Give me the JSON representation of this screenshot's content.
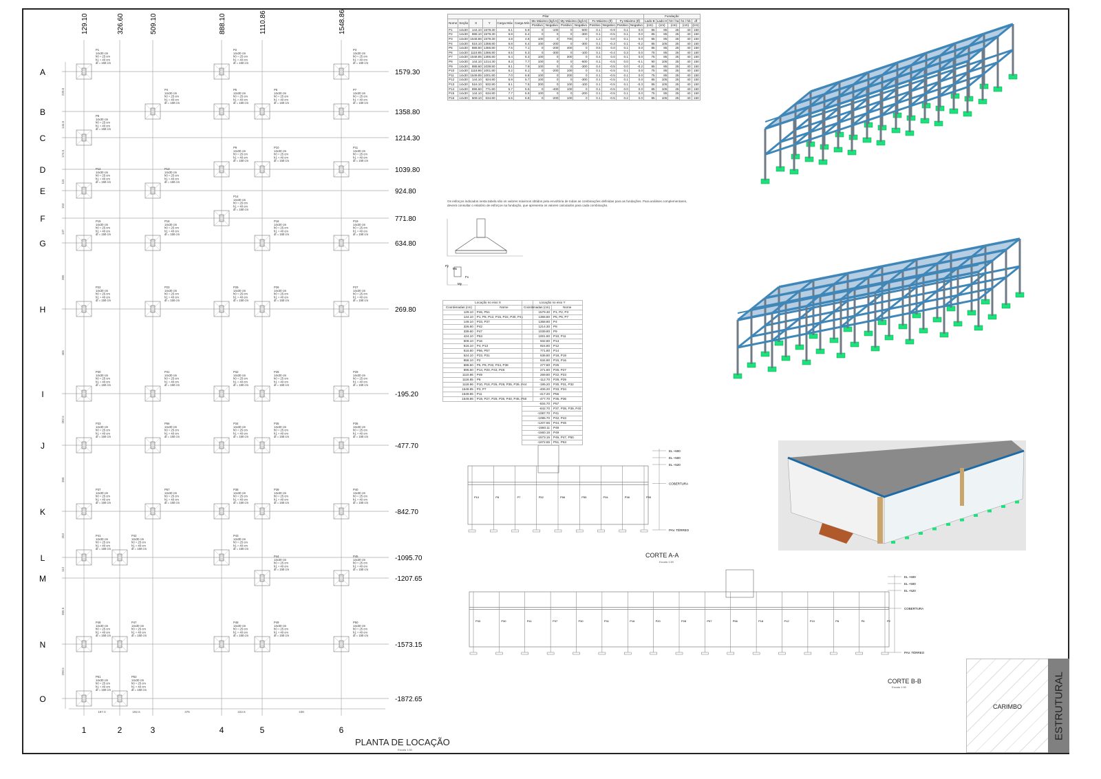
{
  "plan": {
    "title": "PLANTA DE LOCAÇÃO",
    "scale": "Escala 1:50",
    "columns": [
      {
        "num": "1",
        "coord": "129.10"
      },
      {
        "num": "2",
        "coord": "326.60"
      },
      {
        "num": "3",
        "coord": "509.10"
      },
      {
        "num": "4",
        "coord": "888.10"
      },
      {
        "num": "5",
        "coord": "1110.86"
      },
      {
        "num": "6",
        "coord": "1548.86"
      }
    ],
    "rows": [
      {
        "letter": "A",
        "coord": "1579.30"
      },
      {
        "letter": "B",
        "coord": "1358.80"
      },
      {
        "letter": "C",
        "coord": "1214.30"
      },
      {
        "letter": "D",
        "coord": "1039.80"
      },
      {
        "letter": "E",
        "coord": "924.80"
      },
      {
        "letter": "F",
        "coord": "771.80"
      },
      {
        "letter": "G",
        "coord": "634.80"
      },
      {
        "letter": "H",
        "coord": "269.80"
      },
      {
        "letter": "I",
        "coord": "-195.20"
      },
      {
        "letter": "J",
        "coord": "-477.70"
      },
      {
        "letter": "K",
        "coord": "-842.70"
      },
      {
        "letter": "L",
        "coord": "-1095.70"
      },
      {
        "letter": "M",
        "coord": "-1207.65"
      },
      {
        "letter": "N",
        "coord": "-1573.15"
      },
      {
        "letter": "O",
        "coord": "-1872.65"
      }
    ],
    "bottom_dims": [
      "187.0",
      "182.5",
      "376",
      "222.6",
      "438"
    ],
    "left_dims": [
      "220.5",
      "144.5",
      "174.5",
      "115",
      "153",
      "137",
      "365",
      "465",
      "282.5",
      "365",
      "253",
      "112",
      "365.5",
      "299.5"
    ],
    "pillar_spec": [
      "14x30 cm",
      "h0 = 25 cm",
      "h1 = 40 cm",
      "df = 150 cm"
    ],
    "pillars": [
      {
        "name": "P1",
        "row": 0,
        "col": 0
      },
      {
        "name": "P2",
        "row": 0,
        "col": 3
      },
      {
        "name": "P3",
        "row": 0,
        "col": 5
      },
      {
        "name": "P4",
        "row": 1,
        "col": 2
      },
      {
        "name": "P5",
        "row": 1,
        "col": 3
      },
      {
        "name": "P6",
        "row": 1,
        "col": 4
      },
      {
        "name": "P7",
        "row": 1,
        "col": 5
      },
      {
        "name": "P8",
        "row": 2,
        "col": 0
      },
      {
        "name": "P9",
        "row": 3,
        "col": 3
      },
      {
        "name": "P10",
        "row": 3,
        "col": 4
      },
      {
        "name": "P11",
        "row": 3,
        "col": 5
      },
      {
        "name": "P12",
        "row": 4,
        "col": 0
      },
      {
        "name": "P13",
        "row": 4,
        "col": 2
      },
      {
        "name": "P14",
        "row": 5,
        "col": 3
      },
      {
        "name": "P15",
        "row": 6,
        "col": 0
      },
      {
        "name": "P16",
        "row": 6,
        "col": 2
      },
      {
        "name": "P18",
        "row": 6,
        "col": 4
      },
      {
        "name": "P19",
        "row": 6,
        "col": 5
      },
      {
        "name": "P22",
        "row": 7,
        "col": 0
      },
      {
        "name": "P23",
        "row": 7,
        "col": 2
      },
      {
        "name": "P25",
        "row": 7,
        "col": 3
      },
      {
        "name": "P26",
        "row": 7,
        "col": 4
      },
      {
        "name": "P27",
        "row": 7,
        "col": 5
      },
      {
        "name": "P30",
        "row": 8,
        "col": 0
      },
      {
        "name": "P31",
        "row": 8,
        "col": 2
      },
      {
        "name": "P32",
        "row": 8,
        "col": 3
      },
      {
        "name": "P28",
        "row": 8,
        "col": 4
      },
      {
        "name": "P29",
        "row": 8,
        "col": 5
      },
      {
        "name": "P33",
        "row": 9,
        "col": 0
      },
      {
        "name": "P56",
        "row": 9,
        "col": 2
      },
      {
        "name": "P34",
        "row": 9,
        "col": 3
      },
      {
        "name": "P35",
        "row": 9,
        "col": 4
      },
      {
        "name": "P36",
        "row": 9,
        "col": 5
      },
      {
        "name": "P37",
        "row": 10,
        "col": 0
      },
      {
        "name": "P57",
        "row": 10,
        "col": 2
      },
      {
        "name": "P38",
        "row": 10,
        "col": 3
      },
      {
        "name": "P39",
        "row": 10,
        "col": 4
      },
      {
        "name": "P40",
        "row": 10,
        "col": 5
      },
      {
        "name": "P41",
        "row": 11,
        "col": 0
      },
      {
        "name": "P42",
        "row": 11,
        "col": 1
      },
      {
        "name": "P43",
        "row": 11,
        "col": 3
      },
      {
        "name": "P44",
        "row": 12,
        "col": 4
      },
      {
        "name": "P45",
        "row": 12,
        "col": 5
      },
      {
        "name": "P46",
        "row": 13,
        "col": 0
      },
      {
        "name": "P47",
        "row": 13,
        "col": 1
      },
      {
        "name": "P48",
        "row": 13,
        "col": 3
      },
      {
        "name": "P49",
        "row": 13,
        "col": 4
      },
      {
        "name": "P50",
        "row": 13,
        "col": 5
      },
      {
        "name": "P51",
        "row": 14,
        "col": 0
      },
      {
        "name": "P53",
        "row": 14,
        "col": 1
      }
    ]
  },
  "pillar_table": {
    "group_pilar": "Pilar",
    "group_fundacao": "Fundação",
    "headers": [
      "Nome",
      "Seção",
      "X",
      "Y",
      "Carga Máx",
      "Carga Mín",
      "Positivo",
      "Negativo",
      "Positivo",
      "Negativo",
      "Positivo",
      "Negativo",
      "Positivo",
      "Negativo",
      "Lado B",
      "Lado H",
      "h0 / ha",
      "h1 / hb",
      "df"
    ],
    "units": [
      "",
      "(cm)",
      "(cm)",
      "(cm)",
      "(tf)",
      "(tf)",
      "",
      "",
      "",
      "",
      "",
      "",
      "",
      "",
      "(cm)",
      "(cm)",
      "(cm)",
      "(cm)",
      "(cm)"
    ],
    "subgroups": [
      "Mx Máximo (kgf.m)",
      "My Máximo (kgf.m)",
      "Fx Máximo (tf)",
      "Fy Máximo (tf)"
    ],
    "rows": [
      [
        "P1",
        "14x30",
        "144.10",
        "1579.30",
        "6.1",
        "5.9",
        "0",
        "-100",
        "0",
        "-500",
        "0.1",
        "-0.9",
        "0.1",
        "0.0",
        "85",
        "85",
        "25",
        "40",
        "150"
      ],
      [
        "P2",
        "14x30",
        "888.10",
        "1579.30",
        "6.8",
        "6.4",
        "0",
        "0",
        "0",
        "-300",
        "0.1",
        "-0.5",
        "0.1",
        "0.0",
        "85",
        "85",
        "25",
        "40",
        "150"
      ],
      [
        "P3",
        "14x30",
        "1548.86",
        "1579.30",
        "4.8",
        "4.8",
        "100",
        "0",
        "700",
        "0",
        "1.2",
        "0.0",
        "0.1",
        "0.0",
        "85",
        "85",
        "25",
        "40",
        "150"
      ],
      [
        "P4",
        "14x30",
        "516.10",
        "1358.80",
        "6.8",
        "6.4",
        "100",
        "-200",
        "0",
        "-300",
        "0.1",
        "-0.3",
        "0.1",
        "-0.2",
        "85",
        "105",
        "25",
        "40",
        "150"
      ],
      [
        "P5",
        "14x30",
        "888.60",
        "1366.80",
        "7.5",
        "7.1",
        "0",
        "-200",
        "400",
        "0",
        "0.5",
        "0.0",
        "0.1",
        "0.0",
        "85",
        "85",
        "25",
        "40",
        "150"
      ],
      [
        "P6",
        "14x30",
        "1118.85",
        "1366.80",
        "6.5",
        "6.3",
        "0",
        "-300",
        "0",
        "-100",
        "0.1",
        "-0.4",
        "0.3",
        "0.0",
        "75",
        "85",
        "25",
        "40",
        "150"
      ],
      [
        "P7",
        "14x30",
        "1548.85",
        "1366.80",
        "6.4",
        "6.3",
        "100",
        "0",
        "300",
        "0",
        "0.4",
        "0.0",
        "0.1",
        "0.0",
        "75",
        "85",
        "25",
        "40",
        "150"
      ],
      [
        "P8",
        "14x30",
        "144.10",
        "1214.30",
        "8.3",
        "7.7",
        "100",
        "0",
        "0",
        "-500",
        "0.1",
        "-0.5",
        "0.0",
        "-0.1",
        "90",
        "105",
        "25",
        "40",
        "150"
      ],
      [
        "P9",
        "14x30",
        "888.60",
        "1039.80",
        "8.1",
        "7.9",
        "100",
        "0",
        "0",
        "-300",
        "0.4",
        "-0.5",
        "0.0",
        "-0.2",
        "85",
        "85",
        "25",
        "40",
        "150"
      ],
      [
        "P10",
        "14x30",
        "1118.86",
        "1001.80",
        "6.2",
        "6.1",
        "0",
        "-200",
        "100",
        "0",
        "0.1",
        "-0.5",
        "0.1",
        "0.0",
        "75",
        "85",
        "25",
        "40",
        "150"
      ],
      [
        "P11",
        "14x30",
        "1549.85",
        "1001.80",
        "7.0",
        "6.8",
        "100",
        "0",
        "200",
        "0",
        "0.1",
        "-0.5",
        "0.1",
        "0.0",
        "75",
        "85",
        "25",
        "40",
        "150"
      ],
      [
        "P12",
        "14x30",
        "144.10",
        "924.80",
        "5.9",
        "5.7",
        "100",
        "0",
        "0",
        "-300",
        "0.1",
        "-0.5",
        "0.1",
        "0.0",
        "85",
        "105",
        "25",
        "40",
        "150"
      ],
      [
        "P13",
        "14x30",
        "516.10",
        "932.80",
        "8.1",
        "7.5",
        "200",
        "0",
        "100",
        "-100",
        "0.1",
        "-0.5",
        "0.1",
        "-0.3",
        "85",
        "105",
        "25",
        "40",
        "150"
      ],
      [
        "P14",
        "14x30",
        "896.60",
        "771.80",
        "5.7",
        "5.5",
        "0",
        "-400",
        "100",
        "0",
        "0.1",
        "-0.5",
        "0.0",
        "0.0",
        "85",
        "105",
        "25",
        "40",
        "150"
      ],
      [
        "P15",
        "14x30",
        "144.10",
        "634.80",
        "7.7",
        "6.9",
        "100",
        "0",
        "0",
        "-200",
        "0.1",
        "-0.5",
        "0.1",
        "0.0",
        "75",
        "85",
        "25",
        "40",
        "150"
      ],
      [
        "P16",
        "14x30",
        "509.10",
        "634.80",
        "6.5",
        "6.8",
        "0",
        "-200",
        "100",
        "0",
        "0.1",
        "-0.5",
        "0.2",
        "0.0",
        "85",
        "105",
        "25",
        "40",
        "150"
      ]
    ],
    "note": "Os esforços indicados nesta tabela são os valores máximos obtidos pela envoltória de todas as combinações definidas para as fundações. Para análises complementares, deverá consultar o relatório de esforços na fundação, que apresenta os valores calculados para cada combinação."
  },
  "loc_x": {
    "title": "Locação no eixo X",
    "col1": "Coordenadas (cm)",
    "col2": "Nome",
    "rows": [
      [
        "129.10",
        "P46, P51"
      ],
      [
        "144.10",
        "P1, P8, P12, P15, P22, P30, P41"
      ],
      [
        "149.10",
        "P33, P37"
      ],
      [
        "326.60",
        "P42"
      ],
      [
        "339.60",
        "P47"
      ],
      [
        "424.10",
        "P53"
      ],
      [
        "509.10",
        "P16"
      ],
      [
        "516.10",
        "P4, P13"
      ],
      [
        "516.60",
        "P56, P57"
      ],
      [
        "524.10",
        "P23, P31"
      ],
      [
        "858.10",
        "P2"
      ],
      [
        "888.60",
        "P5, P9, P32, P34, P38"
      ],
      [
        "896.60",
        "P14, P20, P43, P48"
      ],
      [
        "1110.86",
        "P49"
      ],
      [
        "1118.85",
        "P6"
      ],
      [
        "1118.86",
        "P10, P18, P26, P28, P35, P39, P44"
      ],
      [
        "1548.85",
        "P3, P7"
      ],
      [
        "1549.85",
        "P11"
      ],
      [
        "1549.86",
        "P19, P27, P29, P36, P40, P45, P50"
      ]
    ]
  },
  "loc_y": {
    "title": "Locação no eixo Y",
    "col1": "Coordenadas (cm)",
    "col2": "Nome",
    "rows": [
      [
        "1579.30",
        "P1, P2, P3"
      ],
      [
        "1366.80",
        "P5, P6, P7"
      ],
      [
        "1358.80",
        "P4"
      ],
      [
        "1214.30",
        "P8"
      ],
      [
        "1039.80",
        "P9"
      ],
      [
        "1001.80",
        "P10, P11"
      ],
      [
        "932.80",
        "P13"
      ],
      [
        "924.80",
        "P12"
      ],
      [
        "771.80",
        "P14"
      ],
      [
        "636.80",
        "P18, P19"
      ],
      [
        "634.80",
        "P15, P16"
      ],
      [
        "277.80",
        "P25"
      ],
      [
        "271.80",
        "P26, P27"
      ],
      [
        "269.80",
        "P22, P23"
      ],
      [
        "-112.70",
        "P28, P29"
      ],
      [
        "-195.20",
        "P30, P31, P32"
      ],
      [
        "-406.20",
        "P33, P34"
      ],
      [
        "-417.20",
        "P56"
      ],
      [
        "-477.70",
        "P35, P36"
      ],
      [
        "-834.70",
        "P57"
      ],
      [
        "-842.70",
        "P37, P38, P39, P40"
      ],
      [
        "-1087.70",
        "P41"
      ],
      [
        "-1095.70",
        "P42, P43"
      ],
      [
        "-1207.65",
        "P44, P45"
      ],
      [
        "-1560.11",
        "P48"
      ],
      [
        "-1560.15",
        "P49"
      ],
      [
        "-1573.15",
        "P46, P47, P50"
      ],
      [
        "-1872.65",
        "P51, P53"
      ]
    ]
  },
  "detail": {
    "labels": [
      "Fy",
      "Mx",
      "Fx",
      "My"
    ]
  },
  "corte_aa": {
    "title": "CORTE A-A",
    "scale": "Escala 1:50",
    "levels": [
      "EL +600",
      "EL +500",
      "EL +520",
      "COBERTURA",
      "PAV. TÉRREO"
    ],
    "pillars": [
      "P10",
      "P8",
      "P7",
      "P52",
      "P56",
      "P55",
      "P34",
      "P38",
      "P39"
    ]
  },
  "corte_bb": {
    "title": "CORTE B-B",
    "scale": "Escala 1:50",
    "levels": [
      "EL +600",
      "EL +500",
      "EL +520",
      "COBERTURA",
      "PAV. TÉRREO"
    ],
    "pillars": [
      "P33",
      "P30",
      "P41",
      "P37",
      "P30",
      "P31",
      "P16",
      "P20",
      "P28",
      "P57",
      "P56",
      "P18",
      "P12",
      "P10",
      "P8",
      "P6",
      "P2"
    ]
  },
  "title_block": {
    "carimbo": "CARIMBO",
    "discipline": "ESTRUTURAL"
  },
  "colors": {
    "beam": "#3f87b8",
    "slab": "#a9c6df",
    "column": "#6f7a84",
    "footing": "#19e37a",
    "grid": "#999999"
  }
}
